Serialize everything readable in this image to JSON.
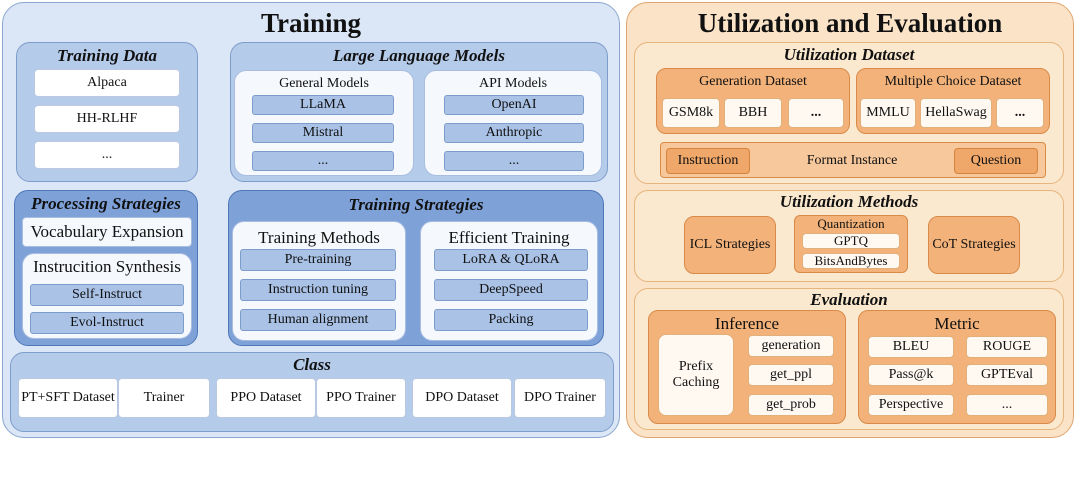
{
  "training": {
    "title": "Training",
    "training_data": {
      "title": "Training Data",
      "items": [
        "Alpaca",
        "HH-RLHF",
        "..."
      ]
    },
    "llm": {
      "title": "Large Language Models",
      "general": {
        "title": "General Models",
        "items": [
          "LLaMA",
          "Mistral",
          "..."
        ]
      },
      "api": {
        "title": "API Models",
        "items": [
          "OpenAI",
          "Anthropic",
          "..."
        ]
      }
    },
    "processing": {
      "title": "Processing Strategies",
      "vocab": "Vocabulary Expansion",
      "synthesis": {
        "title": "Instrucition Synthesis",
        "items": [
          "Self-Instruct",
          "Evol-Instruct"
        ]
      }
    },
    "strategies": {
      "title": "Training Strategies",
      "methods": {
        "title": "Training Methods",
        "items": [
          "Pre-training",
          "Instruction tuning",
          "Human alignment"
        ]
      },
      "efficient": {
        "title": "Efficient Training",
        "items": [
          "LoRA & QLoRA",
          "DeepSpeed",
          "Packing"
        ]
      }
    },
    "class": {
      "title": "Class",
      "items": [
        "PT+SFT Dataset",
        "Trainer",
        "PPO Dataset",
        "PPO Trainer",
        "DPO Dataset",
        "DPO Trainer"
      ]
    }
  },
  "utilization": {
    "title": "Utilization and Evaluation",
    "dataset": {
      "title": "Utilization Dataset",
      "generation": {
        "title": "Generation Dataset",
        "items": [
          "GSM8k",
          "BBH",
          "..."
        ]
      },
      "multiple_choice": {
        "title": "Multiple Choice Dataset",
        "items": [
          "MMLU",
          "HellaSwag",
          "..."
        ]
      },
      "format": {
        "instruction": "Instruction",
        "label": "Format Instance",
        "question": "Question"
      }
    },
    "methods": {
      "title": "Utilization Methods",
      "icl": "ICL Strategies",
      "quantization": {
        "title": "Quantization",
        "items": [
          "GPTQ",
          "BitsAndBytes"
        ]
      },
      "cot": "CoT Strategies"
    },
    "evaluation": {
      "title": "Evaluation",
      "inference": {
        "title": "Inference",
        "prefix": "Prefix Caching",
        "items": [
          "generation",
          "get_ppl",
          "get_prob"
        ]
      },
      "metric": {
        "title": "Metric",
        "items": [
          "BLEU",
          "ROUGE",
          "Pass@k",
          "GPTEval",
          "Perspective",
          "..."
        ]
      }
    }
  },
  "colors": {
    "blue_bg": "#dbe7f6",
    "orange_bg": "#fbe3c8"
  }
}
